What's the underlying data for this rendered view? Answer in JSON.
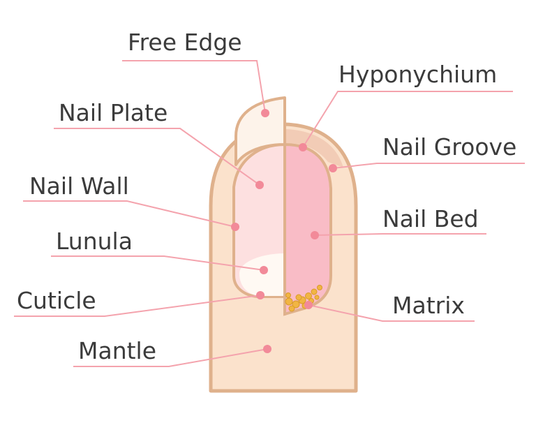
{
  "diagram": {
    "labels": {
      "free_edge": "Free Edge",
      "nail_plate": "Nail Plate",
      "nail_wall": "Nail Wall",
      "lunula": "Lunula",
      "cuticle": "Cuticle",
      "mantle": "Mantle",
      "hyponychium": "Hyponychium",
      "nail_groove": "Nail Groove",
      "nail_bed": "Nail Bed",
      "matrix": "Matrix"
    },
    "colors": {
      "skin": "#fbe2cc",
      "skin_outline": "#dfb18c",
      "nail_plate": "#fde0e0",
      "nail_bed": "#f9bcc6",
      "free_edge": "#fdf3ea",
      "lunula": "#fff9f3",
      "matrix": "#f1b543",
      "leader_line": "#f4a3ad",
      "marker": "#f28a99",
      "text": "#3b3b3b"
    }
  }
}
